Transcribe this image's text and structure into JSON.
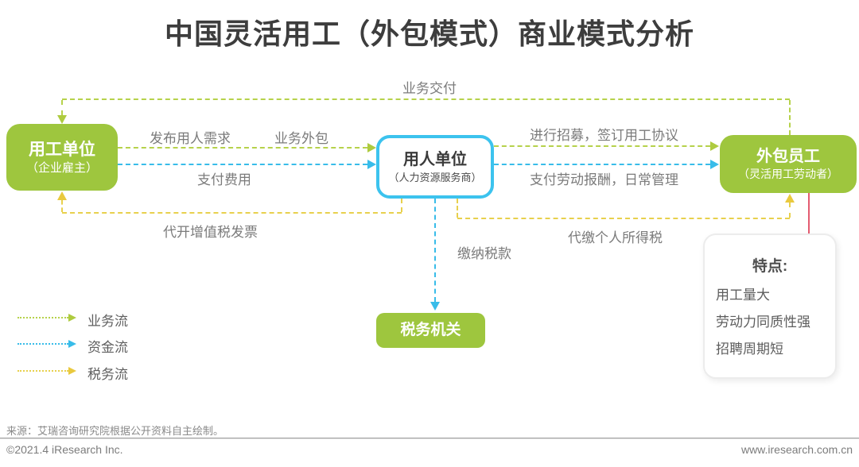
{
  "title": "中国灵活用工（外包模式）商业模式分析",
  "nodes": {
    "employer": {
      "title": "用工单位",
      "subtitle": "（企业雇主）"
    },
    "hr_provider": {
      "title": "用人单位",
      "subtitle": "（人力资源服务商）"
    },
    "outsourced_worker": {
      "title": "外包员工",
      "subtitle": "（灵活用工劳动者）"
    },
    "tax_authority": {
      "title": "税务机关"
    }
  },
  "flow_labels": {
    "business_delivery": "业务交付",
    "publish_staffing_demand": "发布用人需求",
    "business_outsourcing": "业务外包",
    "pay_service_fee": "支付费用",
    "recruit_and_sign": "进行招募，签订用工协议",
    "pay_labor_and_manage": "支付劳动报酬，日常管理",
    "issue_vat_invoice": "代开增值税发票",
    "pay_taxes": "缴纳税款",
    "withhold_personal_income_tax": "代缴个人所得税"
  },
  "features": {
    "title": "特点:",
    "items": [
      "用工量大",
      "劳动力同质性强",
      "招聘周期短"
    ]
  },
  "legend": {
    "items": [
      {
        "label": "业务流",
        "color": "#b6d24b"
      },
      {
        "label": "资金流",
        "color": "#38bce9"
      },
      {
        "label": "税务流",
        "color": "#e8d04d"
      }
    ]
  },
  "footer": {
    "source": "来源：艾瑞咨询研究院根据公开资料自主绘制。",
    "copyright": "©2021.4 iResearch Inc.",
    "website": "www.iresearch.com.cn"
  },
  "colors": {
    "node_green": "#9ec63e",
    "business_flow_green": "#b6d24b",
    "money_flow_blue": "#38bce9",
    "tax_flow_yellow": "#e8d04d",
    "hr_provider_border_cyan": "#3cc3ee",
    "connector_red": "#e45c71"
  }
}
